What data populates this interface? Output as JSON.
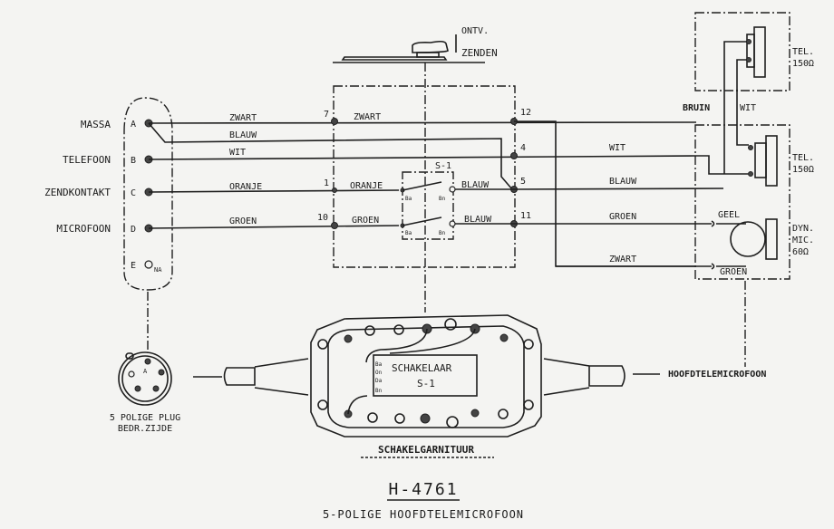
{
  "title": {
    "code": "H-4761",
    "subtitle": "5-POLIGE HOOFDTELEMICROFOON"
  },
  "toggle_switch": {
    "positions": [
      "ONTV.",
      "ZENDEN"
    ]
  },
  "plug_pins": [
    {
      "name": "MASSA",
      "pin": "A"
    },
    {
      "name": "TELEFOON",
      "pin": "B"
    },
    {
      "name": "ZENDKONTAKT",
      "pin": "C"
    },
    {
      "name": "MICROFOON",
      "pin": "D"
    },
    {
      "name": "",
      "pin": "E",
      "suffix": "NA"
    }
  ],
  "left_wires": [
    "ZWART",
    "BLAUW",
    "WIT",
    "ORANJE",
    "GROEN"
  ],
  "terminals_left": [
    "7",
    "1",
    "10"
  ],
  "terminals_right": [
    "12",
    "4",
    "5",
    "11"
  ],
  "switch_box": {
    "name": "S-1",
    "wires_left": [
      "ZWART",
      "ORANJE",
      "GROEN"
    ],
    "wires_right": [
      "BLAUW",
      "BLAUW"
    ],
    "contacts": [
      "Ba",
      "Bn",
      "Ba",
      "Bn"
    ]
  },
  "right_wires": [
    "WIT",
    "BLAUW",
    "GROEN",
    "ZWART"
  ],
  "headset_top": {
    "label": "TEL.",
    "impedance": "150Ω"
  },
  "headset_mid": {
    "label": "TEL.",
    "impedance": "150Ω"
  },
  "between_wires": [
    "BRUIN",
    "WIT"
  ],
  "microphone": {
    "label_1": "DYN.",
    "label_2": "MIC.",
    "impedance": "60Ω",
    "wire_top": "GEEL",
    "wire_bottom": "GROEN"
  },
  "plug": {
    "line1": "5 POLIGE PLUG",
    "line2": "BEDR.ZIJDE",
    "pin_label": "A"
  },
  "switch_assembly": {
    "name": "SCHAKELGARNITUUR",
    "box_title": "SCHAKELAAR",
    "box_sub": "S-1",
    "contacts": [
      "Ba",
      "On",
      "Da",
      "Bn"
    ]
  },
  "cable_label": "HOOFDTELEMICROFOON"
}
